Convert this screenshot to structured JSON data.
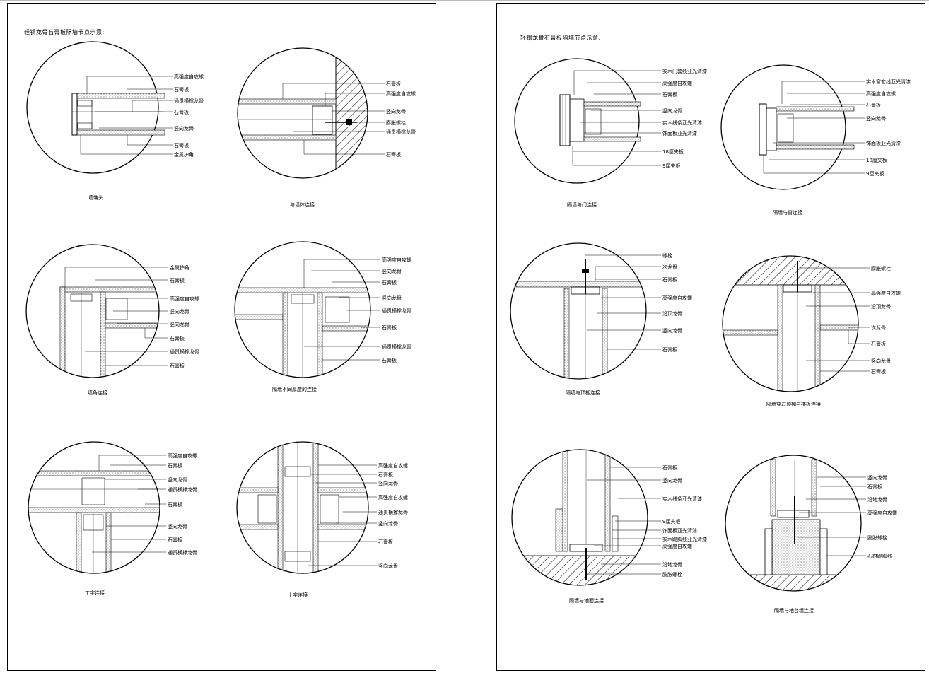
{
  "sheets": [
    {
      "title": "轻钢龙骨石膏板隔墙节点示意:",
      "details": [
        {
          "caption": "墙端头",
          "labels": [
            "高强度自攻螺",
            "石膏板",
            "通贯横撑龙骨",
            "石膏板",
            "竖向龙骨",
            "石膏板",
            "金属护角"
          ]
        },
        {
          "caption": "与墙体连接",
          "labels": [
            "石膏板",
            "高强度自攻螺",
            "竖向龙骨",
            "膨胀螺栓",
            "通贯横撑龙骨",
            "石膏板"
          ]
        },
        {
          "caption": "墙角连接",
          "labels": [
            "金属护角",
            "石膏板",
            "高强度自攻螺",
            "竖向龙骨",
            "竖向龙骨",
            "石膏板",
            "通贯横撑龙骨",
            "石膏板"
          ]
        },
        {
          "caption": "隔墙不同厚度的连接",
          "labels": [
            "高强度自攻螺",
            "竖向龙骨",
            "石膏板",
            "竖向龙骨",
            "通贯横撑龙骨",
            "石膏板",
            "通贯横撑龙骨",
            "石膏板"
          ]
        },
        {
          "caption": "丁字连接",
          "labels": [
            "高强度自攻螺",
            "石膏板",
            "竖向龙骨",
            "通贯横撑龙骨",
            "石膏板",
            "竖向龙骨",
            "石膏板",
            "通贯横撑龙骨"
          ]
        },
        {
          "caption": "十字连接",
          "labels": [
            "高强度自攻螺",
            "石膏板",
            "竖向龙骨",
            "高强度自攻螺",
            "通贯横撑龙骨",
            "竖向龙骨",
            "石膏板",
            "竖向龙骨"
          ]
        }
      ]
    },
    {
      "title": "轻钢龙骨石膏板隔墙节点示意:",
      "details": [
        {
          "caption": "隔墙与门连接",
          "labels": [
            "实木门套线亚光清漆",
            "高强度自攻螺",
            "石膏板",
            "竖向龙骨",
            "实木线条亚光清漆",
            "饰面板亚光清漆",
            "18厘夹板",
            "9厘夹板"
          ]
        },
        {
          "caption": "隔墙与窗连接",
          "labels": [
            "实木窗套线亚光清漆",
            "高强度自攻螺",
            "石膏板",
            "竖向龙骨",
            "饰面板亚光清漆",
            "18厘夹板",
            "9厘夹板"
          ]
        },
        {
          "caption": "隔墙与顶棚连接",
          "labels": [
            "螺栓",
            "次龙骨",
            "石膏板",
            "高强度自攻螺",
            "沿顶龙骨",
            "竖向龙骨",
            "石膏板"
          ]
        },
        {
          "caption": "隔墙穿过顶棚与楼板连接",
          "labels": [
            "膨胀螺栓",
            "高强度自攻螺",
            "沿顶龙骨",
            "次龙骨",
            "石膏板",
            "竖向龙骨",
            "石膏板"
          ]
        },
        {
          "caption": "隔墙与地面连接",
          "labels": [
            "石膏板",
            "竖向龙骨",
            "实木线条亚光清漆",
            "9厘夹板",
            "饰面板亚光清漆",
            "实木踢脚线亚光清漆",
            "高强度自攻螺",
            "沿地龙骨",
            "膨胀螺栓"
          ]
        },
        {
          "caption": "隔墙与地台墙连接",
          "labels": [
            "竖向龙骨",
            "石膏板",
            "沿地龙骨",
            "高强度自攻螺",
            "膨胀螺栓",
            "石材踢脚线"
          ]
        }
      ]
    }
  ]
}
